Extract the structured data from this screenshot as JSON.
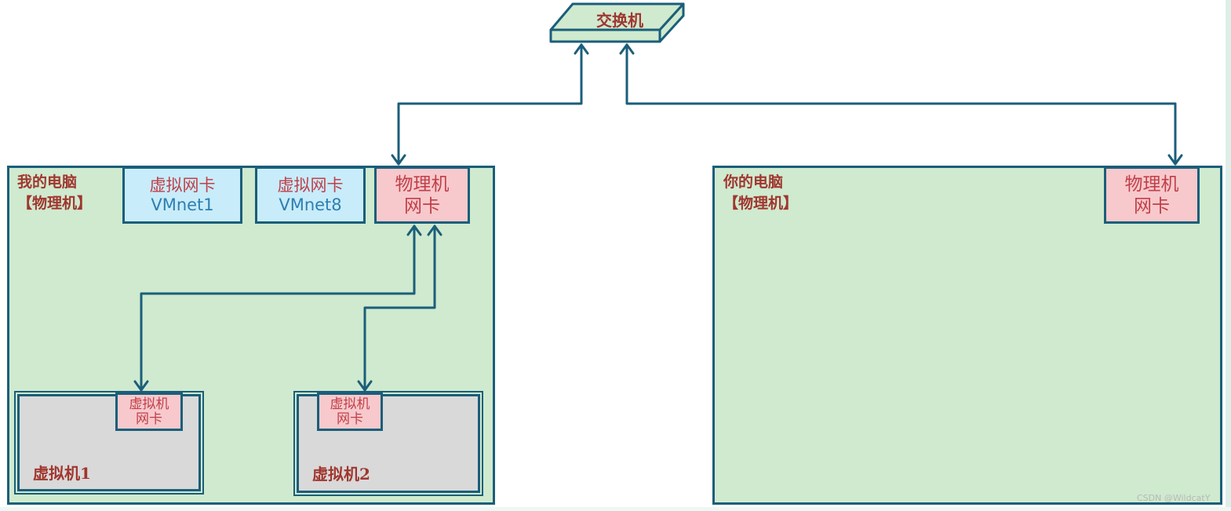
{
  "switch": {
    "label": "交换机"
  },
  "my_pc": {
    "label": "我的电脑\n【物理机】",
    "vmnet1": {
      "line1": "虚拟网卡",
      "line2": "VMnet1"
    },
    "vmnet8": {
      "line1": "虚拟网卡",
      "line2": "VMnet8"
    },
    "physical_nic": {
      "line1": "物理机",
      "line2": "网卡"
    },
    "vm1": {
      "label": "虚拟机1",
      "nic_line1": "虚拟机",
      "nic_line2": "网卡"
    },
    "vm2": {
      "label": "虚拟机2",
      "nic_line1": "虚拟机",
      "nic_line2": "网卡"
    }
  },
  "your_pc": {
    "label": "你的电脑\n【物理机】",
    "physical_nic": {
      "line1": "物理机",
      "line2": "网卡"
    }
  },
  "watermark": "CSDN @WildcatY",
  "colors": {
    "stroke": "#1b5e7a",
    "pc_fill": "#cfeacf",
    "virtual_nic_fill": "#c8ecfa",
    "physical_nic_fill": "#f7c9cc",
    "vm_fill": "#d9d9d9",
    "label_red": "#a0362f"
  }
}
